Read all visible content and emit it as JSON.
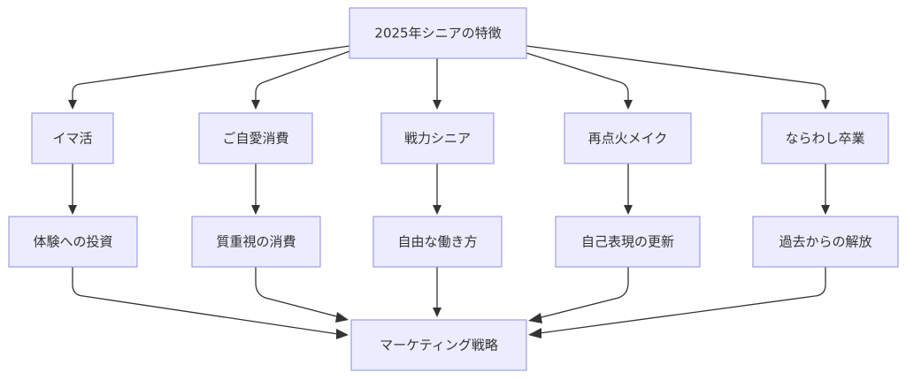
{
  "diagram": {
    "type": "flowchart",
    "colors": {
      "node_fill": "#ececff",
      "node_border": "#9f9fe0",
      "edge": "#333333",
      "text": "#333333"
    },
    "nodes": {
      "root": "2025年シニアの特徴",
      "imakatsu": "イマ活",
      "gojiai": "ご自愛消費",
      "senryoku": "戦力シニア",
      "saitenka": "再点火メイク",
      "narawashi": "ならわし卒業",
      "taiken": "体験への投資",
      "shitsu": "質重視の消費",
      "jiyu": "自由な働き方",
      "jiko": "自己表現の更新",
      "kako": "過去からの解放",
      "marketing": "マーケティング戦略"
    },
    "edges": [
      [
        "root",
        "imakatsu"
      ],
      [
        "root",
        "gojiai"
      ],
      [
        "root",
        "senryoku"
      ],
      [
        "root",
        "saitenka"
      ],
      [
        "root",
        "narawashi"
      ],
      [
        "imakatsu",
        "taiken"
      ],
      [
        "gojiai",
        "shitsu"
      ],
      [
        "senryoku",
        "jiyu"
      ],
      [
        "saitenka",
        "jiko"
      ],
      [
        "narawashi",
        "kako"
      ],
      [
        "taiken",
        "marketing"
      ],
      [
        "shitsu",
        "marketing"
      ],
      [
        "jiyu",
        "marketing"
      ],
      [
        "jiko",
        "marketing"
      ],
      [
        "kako",
        "marketing"
      ]
    ]
  }
}
